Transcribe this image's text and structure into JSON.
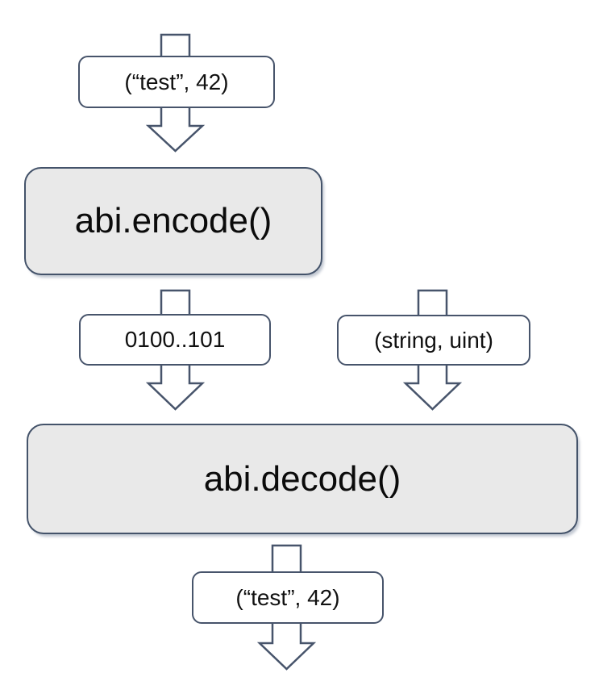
{
  "diagram": {
    "title_implied": "ABI encode/decode flow",
    "colors": {
      "background": "#ffffff",
      "outline": "#47546b",
      "process_fill": "#e9e9e9",
      "text": "#111111"
    },
    "nodes": {
      "input_tuple": {
        "label": "(“test”, 42)"
      },
      "encode": {
        "label": "abi.encode()"
      },
      "encoded_bytes": {
        "label": "0100..101"
      },
      "type_tuple": {
        "label": "(string, uint)"
      },
      "decode": {
        "label": "abi.decode()"
      },
      "output_tuple": {
        "label": "(“test”, 42)"
      }
    },
    "flow": [
      "input_tuple -> encode",
      "encode -> encoded_bytes -> decode",
      "type_tuple -> decode",
      "decode -> output_tuple"
    ]
  }
}
